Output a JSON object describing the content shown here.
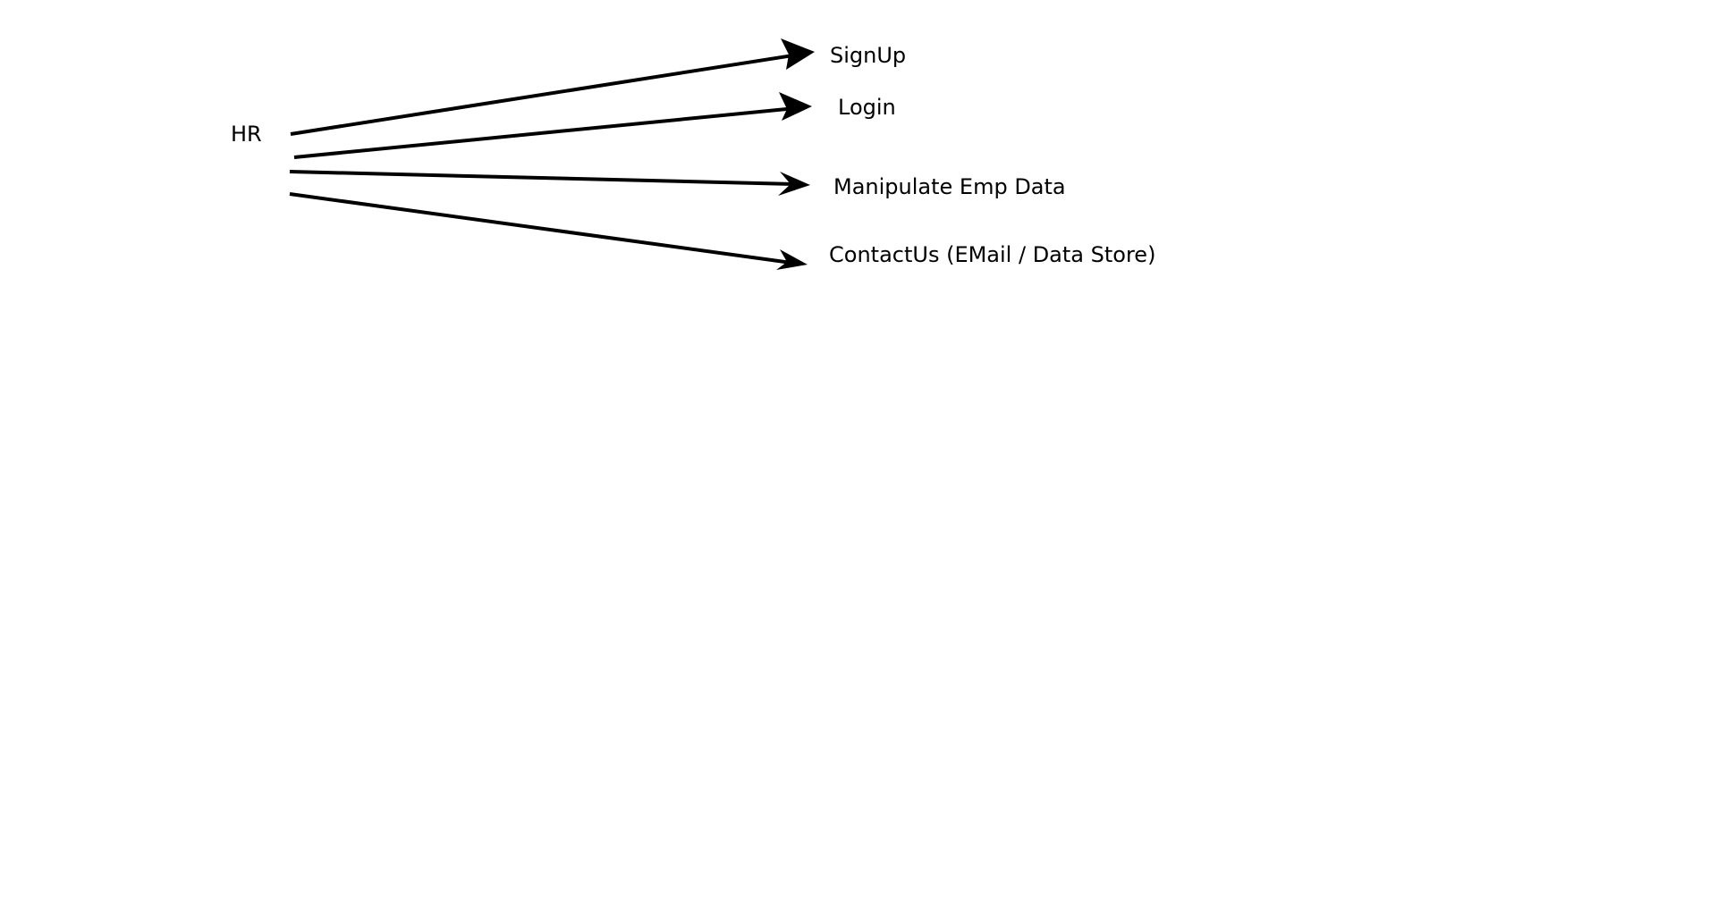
{
  "diagram": {
    "source": "HR",
    "targets": [
      "SignUp",
      "Login",
      "Manipulate Emp Data",
      "ContactUs (EMail / Data Store)"
    ],
    "colors": {
      "line": "#000000",
      "text": "#000000",
      "background": "#ffffff"
    }
  }
}
